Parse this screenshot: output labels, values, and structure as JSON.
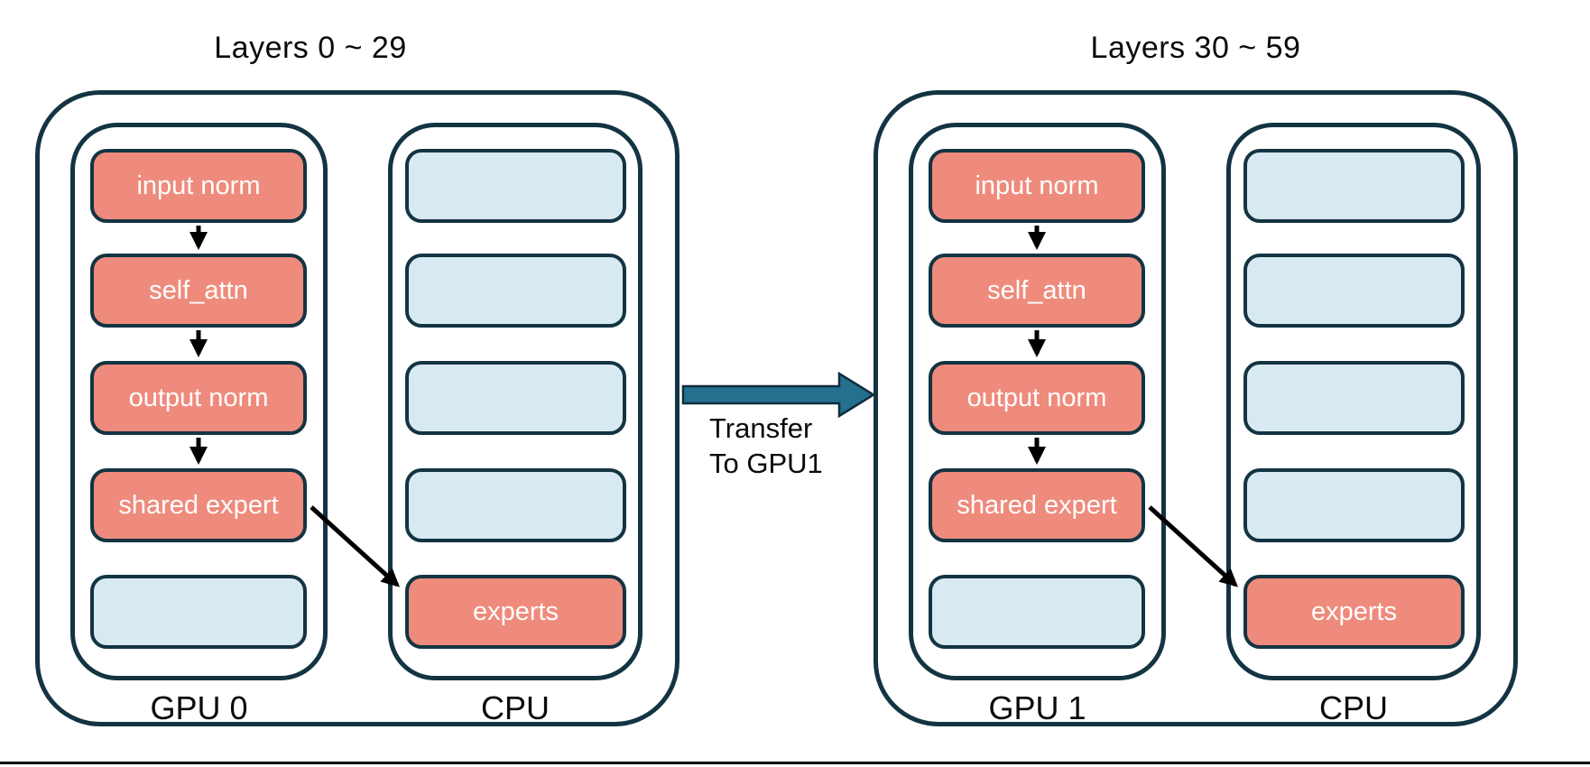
{
  "diagram": {
    "groups": [
      {
        "title": "Layers 0 ~ 29",
        "gpu_label": "GPU 0",
        "cpu_label": "CPU",
        "gpu_boxes": [
          "input norm",
          "self_attn",
          "output norm",
          "shared expert",
          ""
        ],
        "cpu_boxes": [
          "",
          "",
          "",
          "",
          "experts"
        ]
      },
      {
        "title": "Layers 30 ~ 59",
        "gpu_label": "GPU 1",
        "cpu_label": "CPU",
        "gpu_boxes": [
          "input norm",
          "self_attn",
          "output norm",
          "shared expert",
          ""
        ],
        "cpu_boxes": [
          "",
          "",
          "",
          "",
          "experts"
        ]
      }
    ],
    "transfer_label_line1": "Transfer",
    "transfer_label_line2": "To GPU1",
    "colors": {
      "outline": "#133442",
      "module_fill": "#EE8B7C",
      "empty_fill": "#D8EAF1",
      "transfer_arrow_fill": "#26708F",
      "flow_arrow": "#000000",
      "box_text": "#FFFFFF",
      "label_text": "#0A0A0A"
    }
  }
}
